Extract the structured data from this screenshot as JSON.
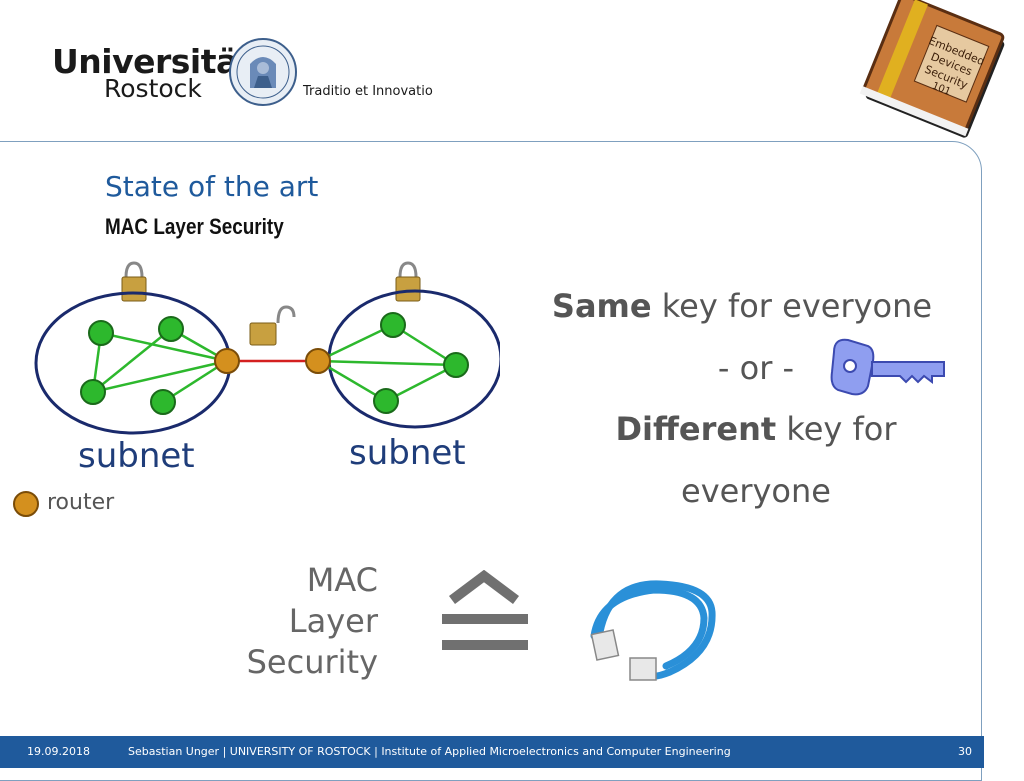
{
  "header": {
    "university_line1": "Universität",
    "university_line2": "Rostock",
    "motto": "Traditio et Innovatio",
    "book_label": "Embedded Devices Security 101"
  },
  "slide": {
    "title": "State of the art",
    "subtitle": "MAC Layer Security",
    "subnet_left": "subnet",
    "subnet_right": "subnet",
    "router_legend": "router",
    "key_same_bold": "Same",
    "key_same_rest": " key for everyone",
    "key_or": "- or -",
    "key_diff_bold": "Different",
    "key_diff_rest": " key for",
    "key_diff_line2": "everyone",
    "mac_line1": "MAC",
    "mac_line2": "Layer",
    "mac_line3": "Security"
  },
  "footer": {
    "date": "19.09.2018",
    "info": "Sebastian Unger | UNIVERSITY OF ROSTOCK | Institute of Applied Microelectronics and Computer Engineering",
    "page": "30"
  },
  "colors": {
    "accent": "#1f5a9c",
    "node_green": "#2db82d",
    "router_orange": "#d4901e",
    "link_red": "#d42020",
    "subnet_border": "#1a2a6c"
  }
}
